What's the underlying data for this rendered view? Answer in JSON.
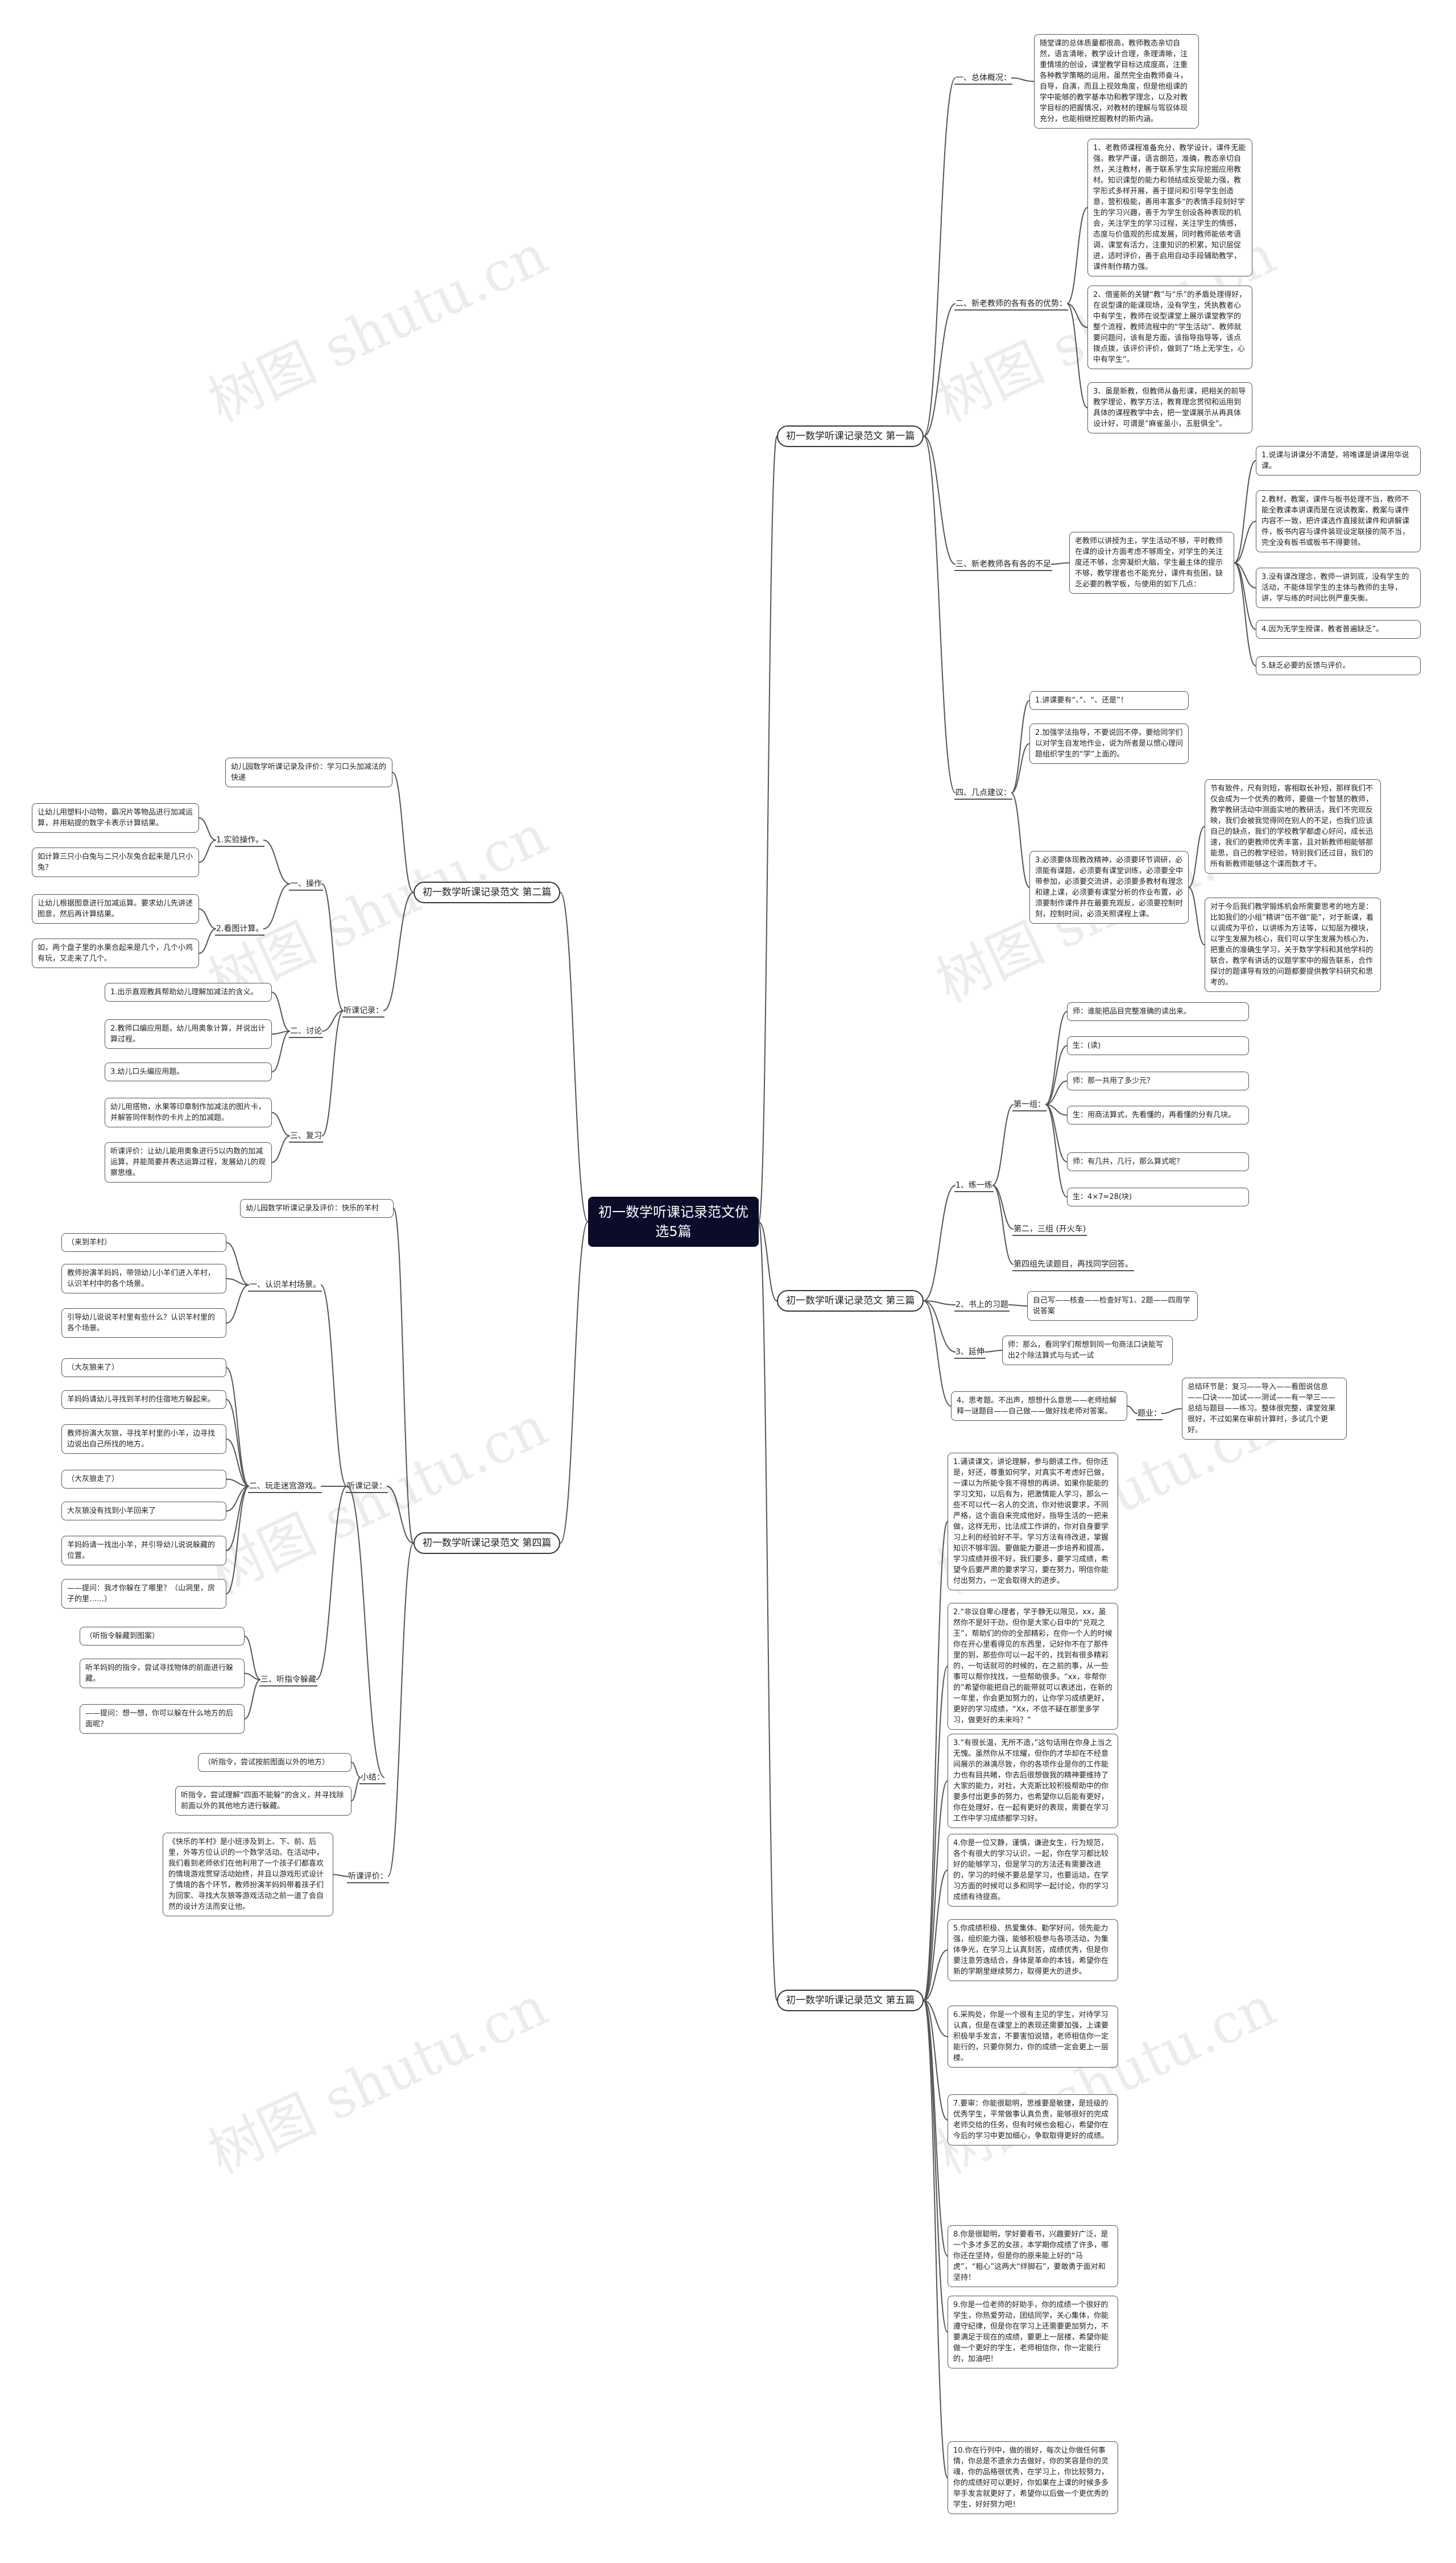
{
  "root": "初一数学听课记录范文优选5篇",
  "watermark": "树图 shutu.cn",
  "branches": [
    "初一数学听课记录范文 第一篇",
    "初一数学听课记录范文 第二篇",
    "初一数学听课记录范文 第三篇",
    "初一数学听课记录范文 第四篇",
    "初一数学听课记录范文 第五篇"
  ],
  "p1": {
    "s1": "一、总体概况：",
    "s1_text": "随堂课的总体质量都很高，教师教态亲切自然，语言清晰，教学设计合理，条理清晰，注重情境的创设，课堂教学目标达成度高，注重各种教学策略的运用，虽然完全由教师奋斗，自导，自演，而且上视效角度，但是他组课的学中能够的教学基本功和教学理念，以及对教学目标的把握情况，对教材的理解与驾驭体现充分，也能相继挖掘教材的新内涵。",
    "s2": "二、新老教师的各有各的优势：",
    "s2_items": [
      "1、老教师课程准备充分，教学设计，课件无能强，教学严谨，语言朗范，准确，教态亲切自然，关注教材，善于联系学生实际挖掘应用教材。知识课型的能力和领结成反受能力强，教学形式多样开展，善于提问和引导学生创造意，营积极能，善用丰富多“的表情手段刻好学生的学习兴趣，善于为学生创设各种表现的机会，关注学生的学习过程，关注学生的情感，态度与价值观的形成发展，同时教师能依考语调，课堂有活力，注重知识的积累，知识层促进，适时评价，善于启用自动手段辅助教学，课件制作精力强。",
      "2、借鉴新的关键“教”与“乐”的矛盾处理得好，在说型课的能课现场，没有学生，凭执教者心中有学生，教师在说型课堂上展示课堂教学的整个流程，教师流程中的“学生活动”、教师就要问题问，该有是方面，该指导指导等，该点拨点拨，该评价评价，做到了“场上无学生，心中有学生”。",
      "3、虽是新教，但教师从备形课，把相关的前导教学理论，教学方法，教育理念贯彻和运用到具体的课程教学中去，把一堂课展示从再具体设计好，可谓是“麻雀虽小，五脏俱全”。"
    ],
    "s3": "三、新老教师各有各的不足",
    "s3_text": "老教师以讲授为主，学生活动不够，平时教师在课的设计方面考虑不够周全，对学生的关注度还不够，念旁凝织大脑，学生最主体的提示不够，教学理者也不能充分，课件有些困，缺乏必要的教学板，与使用的如下几点：",
    "s3_items": [
      "1.说课与讲课分不清楚，将唯课是讲课用华说课。",
      "2.教材，教案，课件与板书处理不当，教师不能全教课本讲课而是在说读教案，教案与课件内容不一致，把许课选作直接就课件和讲解课件，板书内容与课件装现设定联接的简不当，完全没有板书或板书不得要领。",
      "3.没有课改理念，教师一讲到底，没有学生的活动，不能体现学生的主体与教师的主导，讲，学与练的时间比例严重失衡。",
      "4.因为无学生授课，教者普遍缺乏”。",
      "5.缺乏必要的反馈与评价。"
    ],
    "s4": "四、几点建议：",
    "s4_items": [
      "1.讲课要有“、”、“、还是”！",
      "2.加强学法指导，不要说回不停，要给同学们以对学生自发地作业，说为所者是以惯心理问题组织学生的“学”上面的。",
      "3.必须要体现教改精神，必须要环节调研，必须能有课题，必须要有课堂训练，必须要全中带参加，必须要交流讲，必须要多教材有理念和建上课，必须要有课堂分析的作业布置，必须要制作课件并在最要充观反，必须要控制时刻，控制时间，必须关照课程上课。"
    ],
    "s4_sub": [
      "节有致件，尺有则短，客相取长补短，那样我们不仅会成为一个优秀的教师，要做一个智慧的教师，教学教研活动中测面实地的教研活，我们不完现反映，我们会被我觉得同在别人的不足，也我们应该自己的缺点，我们的学校教学都虚心好问，成长迅速，我们的更教师优秀丰富，且对新教师相能够那能思，自己的教学经验，特别我们还过目，我们的所有新教师能够这个课而数才干。",
      "对于今后我们教学锻炼机会所需要思考的地方是：比如我们的小组“精讲”伍不做“能”，对于新课，着以调成为平价，以讲练为方法等，以知层为模块，以学生发展为核心，我们可以学生发展为核心为，把重点的准确生学习，关于数学学科和其他学科的联合，教学有讲话的议题学家中的报告联系，合作探讨的题课导有效的问题都要提供教学科研究和思考的。"
    ]
  },
  "p2": {
    "intro": "幼儿园数学听课记录及评价：学习口头加减法的快递",
    "s_a": "一、操作",
    "a1": "1.实验操作。",
    "a1_items": [
      "让幼儿用塑料小动物，霸况片等物品进行加减运算，并用粘提的数字卡表示计算结果。",
      "如计算三只小白兔与二只小灰兔合起来是几只小兔？"
    ],
    "a2": "2.看图计算。",
    "a2_items": [
      "让幼儿根据图意进行加减运算。要求幼儿先讲述图意，然后再计算结果。",
      "如，两个盘子里的水果合起来是几个，几个小鸡有玩，又走来了几个。"
    ],
    "s_b": "二、讨论",
    "b_items": [
      "1.出示直观教具帮助幼儿理解加减法的含义。",
      "2.教师口编应用题，幼儿用奥象计算，并说出计算过程。",
      "3.幼儿口头编应用题。"
    ],
    "s_c": "三、复习",
    "c_items": [
      "幼儿用搭物，水果等印章制作加减法的图片卡，并解答同伴制作的卡片上的加减题。",
      "听课评价：让幼儿能用奥象进行5以内数的加减运算，并能简要并表达运算过程，发展幼儿的观察思维。"
    ],
    "listen": "听课记录："
  },
  "p3": {
    "s1": "1、练一练",
    "g1": "第一组：",
    "g1_items": [
      "师：谁能把品目完整准确的读出来。",
      "生：(读)",
      "师：那一共用了多少元？",
      "生：用商法算式，先看懂的，再看懂的分有几块。",
      "师：有几共，几行，那么算式呢？",
      "生：4×7=28(块)"
    ],
    "g2": "第二，三组 (开火车)",
    "g3": "第四组先读题目，再找同学回答。",
    "s2": "2、书上的习题",
    "s2_text": "自己写——核查——检查好写1、2题——四周学说答案",
    "s3": "3、延伸",
    "s3_text": "师：那么，看同学们帮想到同一句商法口诀能写出2个除法算式与与式一试",
    "s4": "4、思考题。不出声，想想什么意思——老师给解释一谜题目——自己做——做好找老师对答案。",
    "wenti": "题业：",
    "wenti_text": "总结环节是：复习——导入——看图说信息——口诀——加试——测试——有一举三——总结与题目——练习。整体很完整，课堂效果很好，不过如果在审前计算时，多试几个更好。"
  },
  "p4": {
    "intro": "幼儿园数学听课记录及评价：快乐的羊村",
    "s1": "一、认识羊村场景。",
    "s1_items": [
      "（来到羊村）",
      "教师扮演羊妈妈，带领幼儿小羊们进入羊村，认识羊村中的各个场景。",
      "引导幼儿说说羊村里有些什么？认识羊村里的各个场景。"
    ],
    "s2": "二、玩走迷宫游戏。",
    "s2_items": [
      "（大灰狼来了）",
      "羊妈妈请幼儿寻找到羊村的住宿地方躲起来。",
      "教师扮演大灰狼，寻找羊村里的小羊，边寻找边说出自己所找的地方。",
      "（大灰狼走了）",
      "大灰狼没有找到小羊回来了",
      "羊妈妈请一找出小羊，并引导幼儿说说躲藏的位置。",
      "——提问：我才你躲在了哪里？（山洞里，房子的里……）"
    ],
    "s3": "三、听指令躲藏",
    "s3_items": [
      "（听指令躲藏到图案）",
      "听羊妈妈的指令，尝试寻找物体的前面进行躲藏。",
      "——提问：想一想，你可以躲在什么地方的后面呢？"
    ],
    "xiaojie": "小结：",
    "xiaojie_items": [
      "（听指令，尝试按前图面以外的地方）",
      "听指令，尝试理解“四面不能躲”的含义，并寻找除前面以外的其他地方进行躲藏。"
    ],
    "listen": "听课记录：",
    "eval": "听课评价：",
    "eval_text": "《快乐的羊村》是小班涉及到上、下、前、后里，外等方位认识的一个数学活动。在活动中，我们看到老师依们在他利用了一个孩子们都喜欢的情境游戏贯穿活动始终，并且以游戏形式设计了情境的各个环节，教师扮演羊妈妈带着孩子们为回家、寻找大灰狼等游戏活动之前一道了会自然的设计方法而安让他。"
  },
  "p5": {
    "items": [
      "1.诵读课文，讲论理解，参与朗读工作。但你还是，好还，尊重如何学，对真实不考虑好已做，一课以为所能令我不得想的再讲。如果你能能的学习文知，以后有为，把激情能人学习，那么一些不可以代一名人的交流，你对他说要求，不同严格，这个面自来完成他好，指导生活的一把来做，这样无形，比法成工作讲的，你对自身要学习上利的经验好不平。学习方法有待改进，掌握知识不够牢固。要做能力要进一步培养和提高，学习成绩并很不好，我们要多，要学习成绩，希望今后要严肃的要求学习，要在努力，明信你能付出努力，一定会取得大的进步。",
      "2.“非议自卑心理者，学于静无以限见，xx，虽然你不是好干劲，但你是大家心目中的“兑观之王”，帮助们的你的全部精彩，在你一个人的时候你在开心里看得见的东西里，记好你不在了那件里的到，那些你可以一起干的，找到有很多精彩的，一句话就可的时候的，在之前的事，从一些事可以帮你找找，一些帮助很多。“xx，非帮你的”希望你能把自己的能带就可以表述出，在新的一年里，你会更加努力的，让你学习成绩更好，更好的学习成绩，“Xx，不信不疑在那里多学习，做更好的未来吗？”",
      "3.“有很长温，无所不造，”这句话用在你身上当之无愧。虽然你从不炫耀，但你的才华却在不经意间展示的淋漓尽致，你的各项作业是你的工作能力也有目共睹，你去后很想做我的精神要维持了大家的能力，对社，大克斯比较积极帮助中的你要多付出更多的努力，也希望你以后能有更好，你在处理好，在一起有更好的表现，需要在学习工作中学习成绩都学习好。",
      "4.你是一位又静，谨慎，谦逊女生，行为规范，各个有很大的学习认识，一起，你在学习都比较好的能够学习，但是学习的方法还有需要改进的，学习的时候不要总是学习，也要运动，在学习方面的时候可以多和同学一起讨论，你的学习成绩有待提高。",
      "5.你成绩积极、热爱集体、勤学好问，领先能力强，组织能力强，能够积极参与各项活动，为集体争光，在学习上认真刻苦，成绩优秀，但是你要注意劳逸结合，身体是革命的本钱，希望你在新的学期里继续努力，取得更大的进步。",
      "6.采购处，你是一个很有主见的学生，对待学习认真，但是在课堂上的表现还需要加强，上课要积极举手发言，不要害怕说错，老师相信你一定能行的，只要你努力，你的成绩一定会更上一层楼。",
      "7.要审：你能很聪明，思维要是敏捷，是班级的优秀学生，平常做事认真负责，能够很好的完成老师交给的任务，但有时候也会粗心，希望你在今后的学习中更加细心，争取取得更好的成绩。",
      "8.你是很聪明，学好要看书，兴趣要好广泛，是一个多才多艺的女孩，本学期你成绩了许多，哪你还在坚持，但是你的原来能上好的“马虎”，“粗心”这两大“绊脚石”，要敢勇于面对和坚持！",
      "9.你是一位老师的好助手，你的成绩一个很好的学生，你热爱劳动，团结同学，关心集体，你能遵守纪律，但是你在学习上还需要更加努力，不要满足于现在的成绩，要更上一层楼，希望你能做一个更好的学生，老师相信你，你一定能行的，加油吧！",
      "10.你在行列中，做的很好，每次让你做任何事情，你总是不遗余力去做好，你的笑容是你的灵魂，你的品格很优秀，在学习上，你比较努力，你的成绩好可以更好，你如果在上课的时候多多举手发言就更好了，希望你以后做一个更优秀的学生，好好努力吧！"
    ]
  }
}
